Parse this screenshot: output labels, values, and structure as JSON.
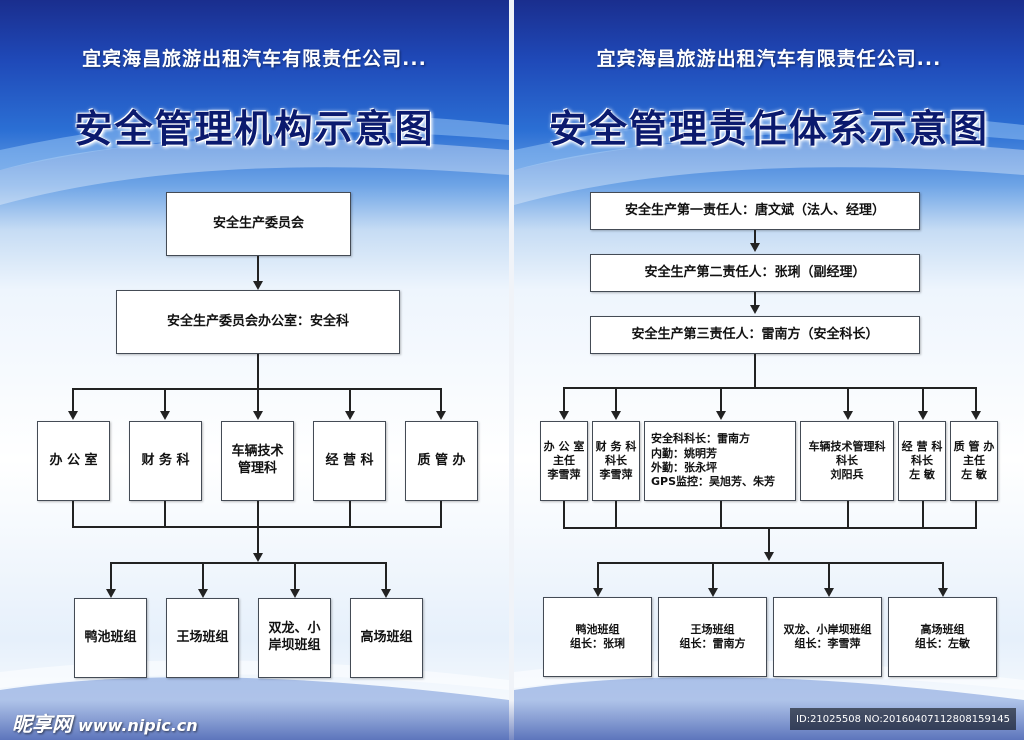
{
  "left": {
    "company": "宜宾海昌旅游出租汽车有限责任公司...",
    "title": "安全管理机构示意图",
    "committee": "安全生产委员会",
    "office": "安全生产委员会办公室：安全科",
    "departments": [
      "办 公 室",
      "财 务 科",
      "车辆技术\n管理科",
      "经 营 科",
      "质 管 办"
    ],
    "teams": [
      "鸭池班组",
      "王场班组",
      "双龙、小\n岸坝班组",
      "高场班组"
    ]
  },
  "right": {
    "company": "宜宾海昌旅游出租汽车有限责任公司...",
    "title": "安全管理责任体系示意图",
    "responsible": [
      "安全生产第一责任人：唐文斌（法人、经理）",
      "安全生产第二责任人：张琍（副经理）",
      "安全生产第三责任人：雷南方（安全科长）"
    ],
    "departments": [
      "办 公 室\n主任\n李雪萍",
      "财 务 科\n科长\n李雪萍",
      "安全科科长：雷南方\n内勤：姚明芳\n外勤：张永坪\nGPS监控：吴旭芳、朱芳",
      "车辆技术管理科\n科长\n刘阳兵",
      "经 营 科\n科长\n左 敏",
      "质 管 办\n主任\n左 敏"
    ],
    "teams": [
      "鸭池班组\n组长：张琍",
      "王场班组\n组长：雷南方",
      "双龙、小岸坝班组\n组长：李雪萍",
      "高场班组\n组长：左敏"
    ]
  },
  "footer": {
    "watermark_brand": "昵享网",
    "watermark_url": "www.nipic.cn",
    "image_id": "ID:21025508 NO:20160407112808159145"
  }
}
